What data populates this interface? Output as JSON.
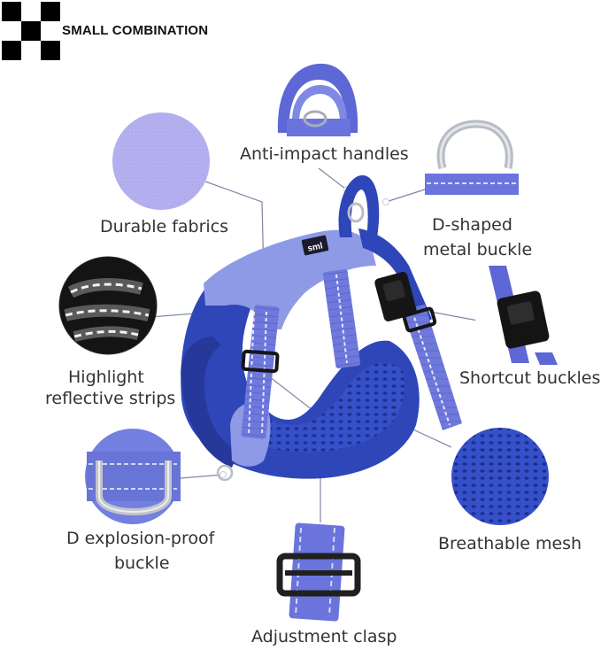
{
  "brand": {
    "name": "SMALL COMBINATION"
  },
  "product": {
    "tag_text": "sml"
  },
  "features": {
    "handles": "Anti-impact handles",
    "fabrics": "Durable fabrics",
    "d_shaped": [
      "D-shaped",
      "metal buckle"
    ],
    "reflective": [
      "Highlight",
      "reflective strips"
    ],
    "shortcut": "Shortcut buckles",
    "d_explosion": [
      "D explosion-proof",
      "buckle"
    ],
    "mesh": "Breathable mesh",
    "clasp": "Adjustment clasp"
  },
  "colors": {
    "harness_blue": "#2f46b8",
    "light_blue": "#8f9ae6",
    "fabric_lavender": "#b4b0ef",
    "connector_line": "#7e86a6"
  }
}
